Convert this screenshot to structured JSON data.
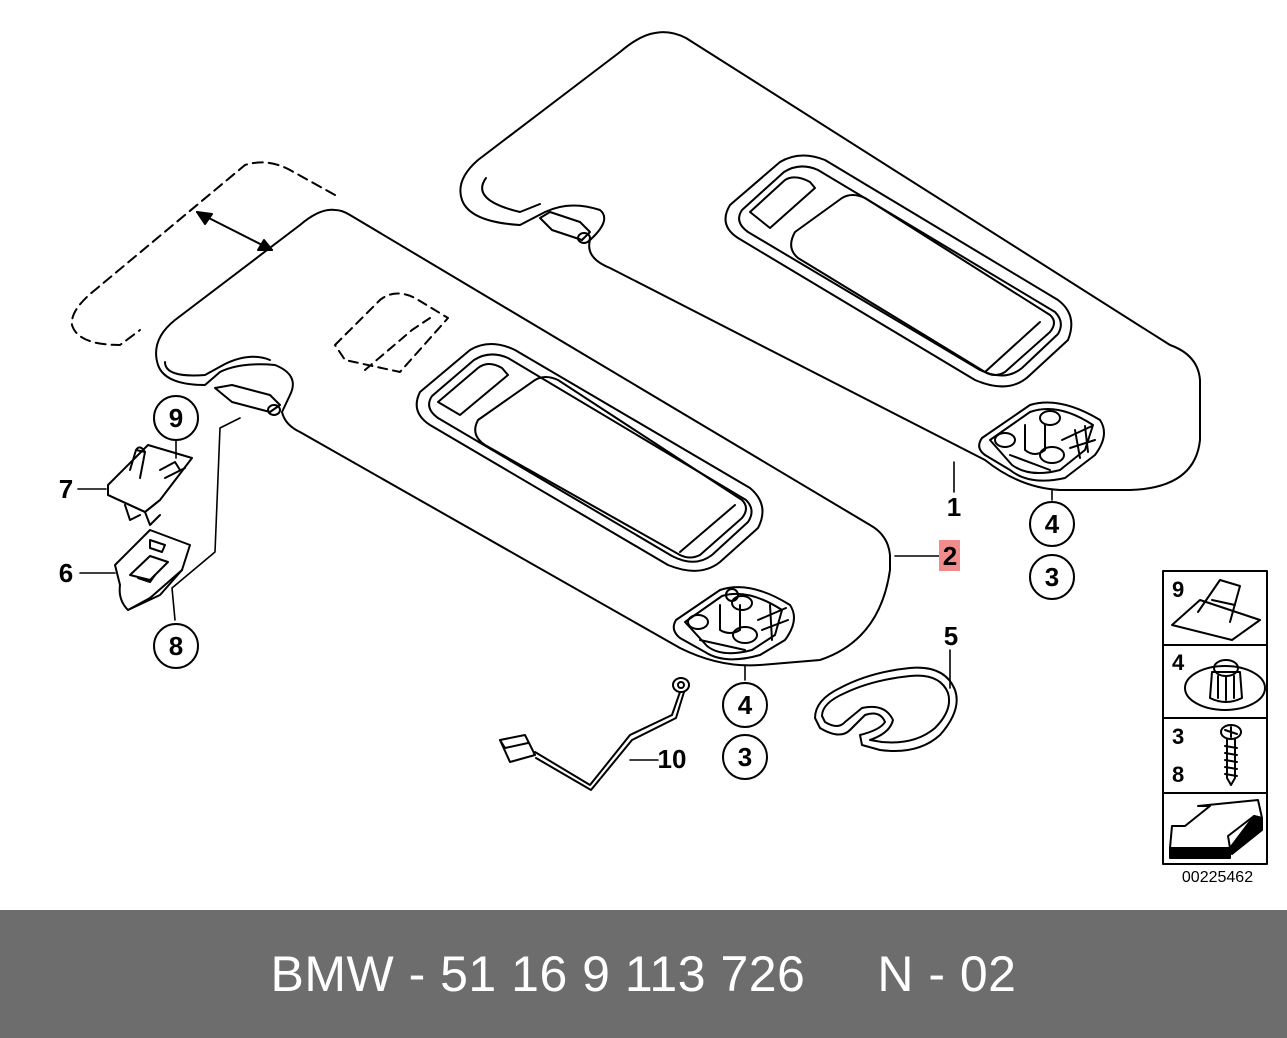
{
  "diagram": {
    "part_callouts": {
      "c1": "1",
      "c2": "2",
      "c3a": "3",
      "c3b": "3",
      "c4a": "4",
      "c4b": "4",
      "c5": "5",
      "c6": "6",
      "c7": "7",
      "c8": "8",
      "c9": "9",
      "c10": "10"
    },
    "highlighted_part": "2",
    "highlight_color": "#f28c8c",
    "legend": [
      {
        "label": "9",
        "icon": "clip-icon"
      },
      {
        "label": "4",
        "icon": "expanding-nut-icon"
      },
      {
        "label": "3",
        "icon": "screw-icon"
      },
      {
        "label": "8",
        "icon": "screw-icon"
      },
      {
        "label": "",
        "icon": "direction-arrow-icon"
      }
    ],
    "drawing_number": "00225462"
  },
  "footer": {
    "title": "BMW - 51 16 9 113 726     N - 02",
    "background": "#6d6d6d"
  }
}
